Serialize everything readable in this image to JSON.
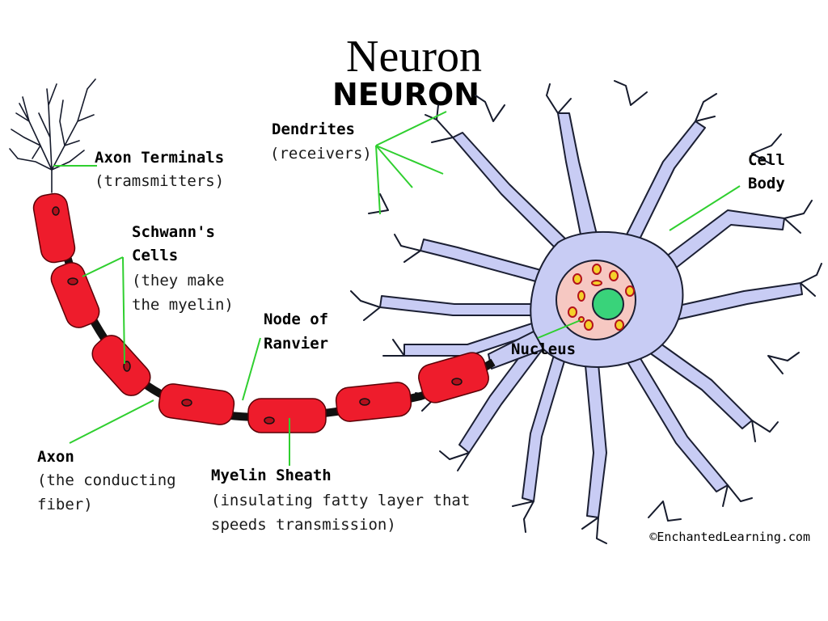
{
  "slide": {
    "title": "Neuron"
  },
  "diagram": {
    "heading": "NEURON",
    "copyright": "©EnchantedLearning.com",
    "colors": {
      "myelin": "#ee1c2c",
      "cell_body": "#c8ccf4",
      "pointer": "#2fcf2f",
      "nucleus_outer": "#f6c8c2",
      "nucleus_inner": "#39d37a"
    },
    "labels": {
      "axon_terminals": {
        "title": "Axon Terminals",
        "desc": "(tramsmitters)"
      },
      "dendrites": {
        "title": "Dendrites",
        "desc": "(receivers)"
      },
      "cell_body": {
        "line1": "Cell",
        "line2": "Body"
      },
      "schwanns_cells": {
        "line1": "Schwann's",
        "line2": "Cells",
        "desc1": "(they make",
        "desc2": "the myelin)"
      },
      "node_of_ranvier": {
        "line1": "Node of",
        "line2": "Ranvier"
      },
      "nucleus": {
        "title": "Nucleus"
      },
      "axon": {
        "title": "Axon",
        "desc1": "(the conducting",
        "desc2": "fiber)"
      },
      "myelin_sheath": {
        "title": "Myelin Sheath",
        "desc1": "(insulating fatty layer that",
        "desc2": "speeds transmission)"
      }
    }
  }
}
